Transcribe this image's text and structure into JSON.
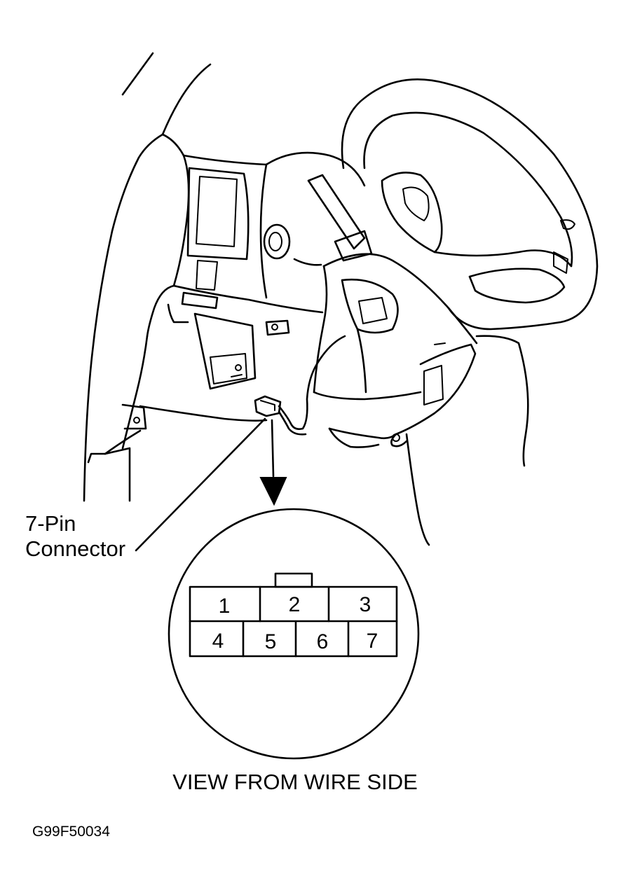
{
  "callout": {
    "line1": "7-Pin",
    "line2": "Connector"
  },
  "connector": {
    "top_row": [
      "1",
      "2",
      "3"
    ],
    "bottom_row": [
      "4",
      "5",
      "6",
      "7"
    ]
  },
  "caption": "VIEW FROM WIRE SIDE",
  "figure_id": "G99F50034"
}
